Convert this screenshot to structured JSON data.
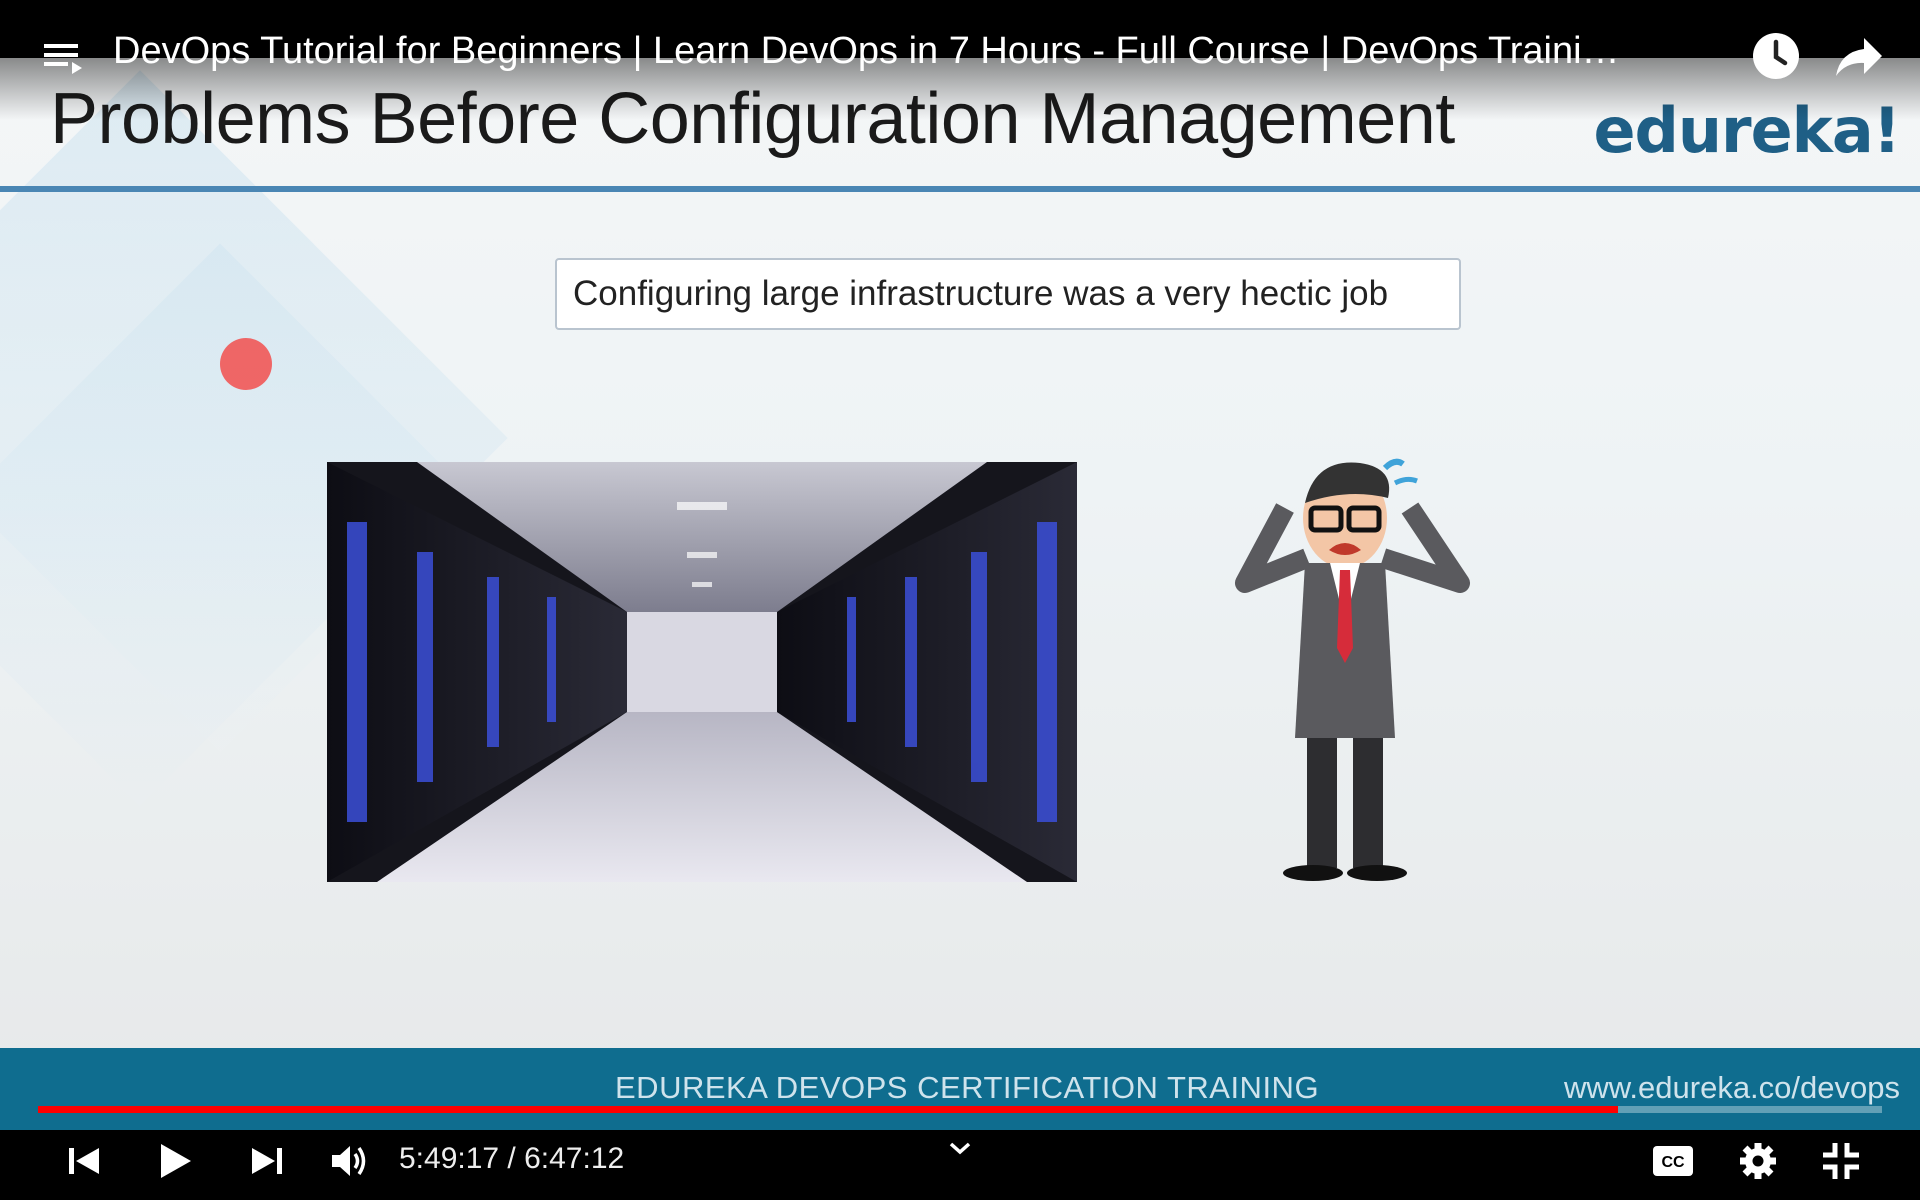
{
  "player": {
    "video_title": "DevOps Tutorial for Beginners | Learn DevOps in 7 Hours - Full Course | DevOps Traini…",
    "current_time": "5:49:17",
    "duration": "6:47:12",
    "time_display": "5:49:17 / 6:47:12",
    "progress_fraction": 0.857,
    "accent_color": "#ff0000",
    "icons": {
      "playlist": "playlist-icon",
      "watch_later": "clock-icon",
      "share": "share-icon",
      "previous": "skip-previous-icon",
      "play": "play-icon",
      "next": "skip-next-icon",
      "volume": "volume-icon",
      "chevron": "chevron-down-icon",
      "captions": "cc-icon",
      "settings": "gear-icon",
      "exit_fullscreen": "exit-fullscreen-icon"
    }
  },
  "slide": {
    "title": "Problems Before Configuration Management",
    "brand": "edureka!",
    "callout": "Configuring large infrastructure was a very hectic job",
    "footer_title": "EDUREKA DEVOPS CERTIFICATION TRAINING",
    "footer_url": "www.edureka.co/devops",
    "colors": {
      "brand": "#1f5f86",
      "rule": "#4a86b4",
      "footer": "#0f6d8f",
      "pointer": "#f05a5a"
    }
  }
}
